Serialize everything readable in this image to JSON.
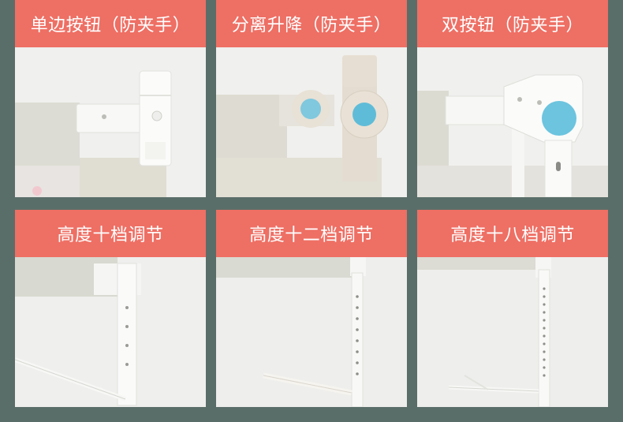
{
  "tiles": [
    {
      "label": "单边按钮（防夹手）"
    },
    {
      "label": "分离升降（防夹手）"
    },
    {
      "label": "双按钮（防夹手）"
    },
    {
      "label": "高度十档调节"
    },
    {
      "label": "高度十二档调节"
    },
    {
      "label": "高度十八档调节"
    }
  ],
  "colors": {
    "label_bg": "#ee6f64",
    "background": "#5a6e69",
    "button_blue": "#6cc4df"
  }
}
